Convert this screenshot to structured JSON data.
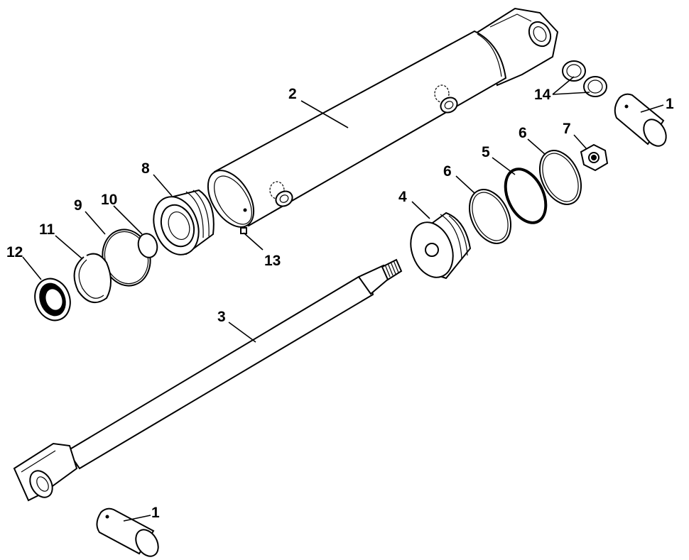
{
  "callouts": [
    {
      "id": "c1a",
      "text": "1"
    },
    {
      "id": "c1b",
      "text": "1"
    },
    {
      "id": "c2",
      "text": "2"
    },
    {
      "id": "c3",
      "text": "3"
    },
    {
      "id": "c4",
      "text": "4"
    },
    {
      "id": "c5",
      "text": "5"
    },
    {
      "id": "c6a",
      "text": "6"
    },
    {
      "id": "c6b",
      "text": "6"
    },
    {
      "id": "c7",
      "text": "7"
    },
    {
      "id": "c8",
      "text": "8"
    },
    {
      "id": "c9",
      "text": "9"
    },
    {
      "id": "c10",
      "text": "10"
    },
    {
      "id": "c11",
      "text": "11"
    },
    {
      "id": "c12",
      "text": "12"
    },
    {
      "id": "c13",
      "text": "13"
    },
    {
      "id": "c14",
      "text": "14"
    }
  ],
  "colors": {
    "line": "#000000",
    "paper": "#ffffff"
  }
}
